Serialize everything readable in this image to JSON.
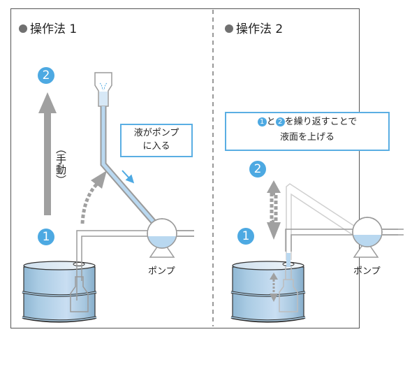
{
  "panels": [
    {
      "title": "操作法 1",
      "callout": [
        "液がポンプ",
        "に入る"
      ],
      "manual_label": "（手動）",
      "step_badges": [
        "2",
        "1"
      ],
      "pump_label": "ポンプ"
    },
    {
      "title": "操作法 2",
      "callout": {
        "badge_a": "1",
        "mid": "と",
        "badge_b": "2",
        "line1_rest": "を繰り返すことで",
        "line2": "液面を上げる"
      },
      "step_badges": [
        "2",
        "1"
      ],
      "pump_label": "ポンプ"
    }
  ],
  "colors": {
    "accent_blue": "#4da9e2",
    "liquid_blue": "#b9d8f0",
    "pipe_gray": "#9a9a9a",
    "arrow_gray": "#a0a0a0",
    "frame": "#555555"
  }
}
